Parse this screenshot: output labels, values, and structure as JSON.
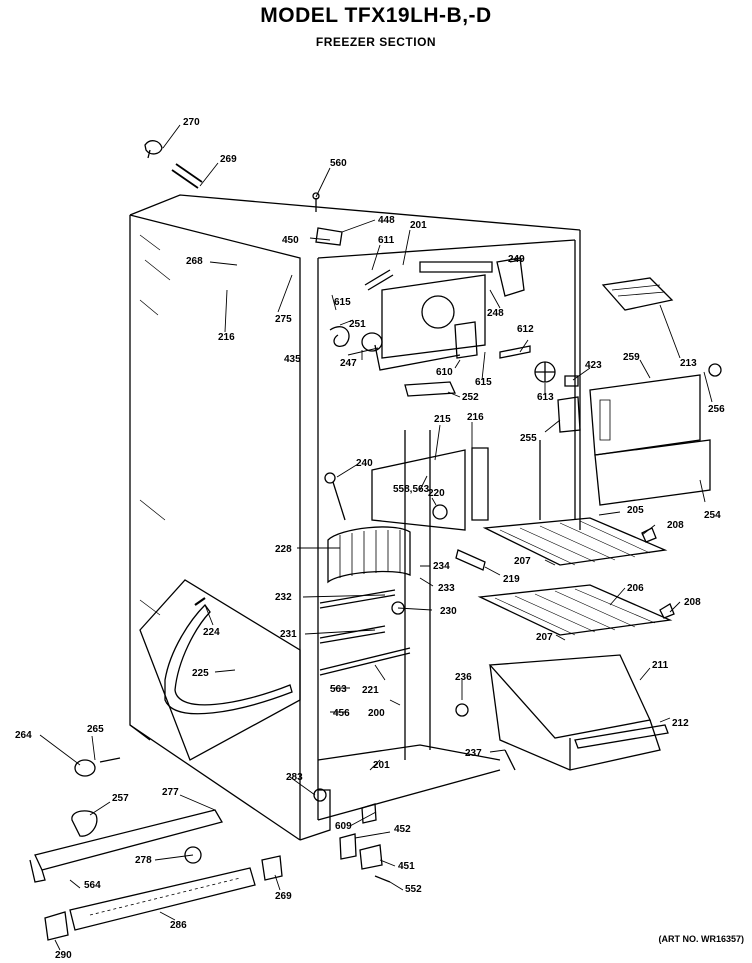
{
  "title": "MODEL TFX19LH-B,-D",
  "subtitle": "FREEZER SECTION",
  "art_number": "(ART NO. WR16357)",
  "part_labels": [
    "270",
    "269",
    "560",
    "448",
    "201",
    "450",
    "611",
    "268",
    "615",
    "249",
    "275",
    "216",
    "251",
    "248",
    "612",
    "213",
    "435",
    "247",
    "610",
    "615",
    "423",
    "259",
    "256",
    "613",
    "252",
    "255",
    "215",
    "216",
    "240",
    "558,563",
    "220",
    "205",
    "208",
    "254",
    "228",
    "234",
    "207",
    "219",
    "233",
    "232",
    "206",
    "208",
    "230",
    "224",
    "207",
    "231",
    "221",
    "211",
    "225",
    "563",
    "236",
    "212",
    "456",
    "200",
    "264",
    "265",
    "237",
    "283",
    "257",
    "277",
    "201",
    "609",
    "452",
    "278",
    "451",
    "564",
    "552",
    "269",
    "286",
    "290"
  ]
}
